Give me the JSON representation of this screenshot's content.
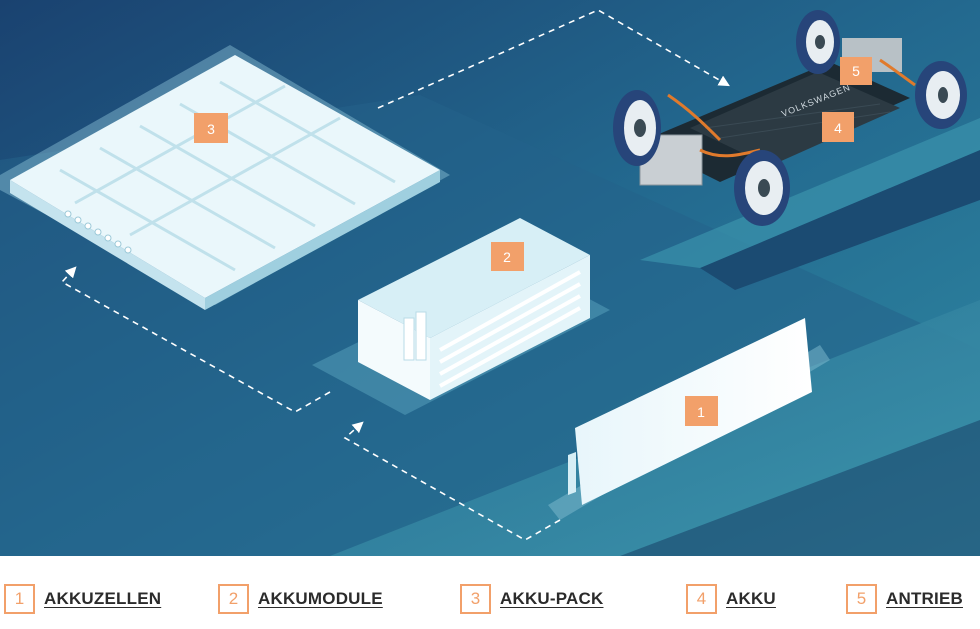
{
  "diagram": {
    "car_brand": "VOLKSWAGEN",
    "tags": [
      "1",
      "2",
      "3",
      "4",
      "5"
    ]
  },
  "legend": {
    "items": [
      {
        "number": "1",
        "label": "AKKUZELLEN"
      },
      {
        "number": "2",
        "label": "AKKUMODULE"
      },
      {
        "number": "3",
        "label": "AKKU-PACK"
      },
      {
        "number": "4",
        "label": "AKKU"
      },
      {
        "number": "5",
        "label": "ANTRIEB"
      }
    ]
  },
  "colors": {
    "accent": "#f2a06a",
    "background_dark": "#1a4a74",
    "background_light": "#2e8aa3"
  }
}
